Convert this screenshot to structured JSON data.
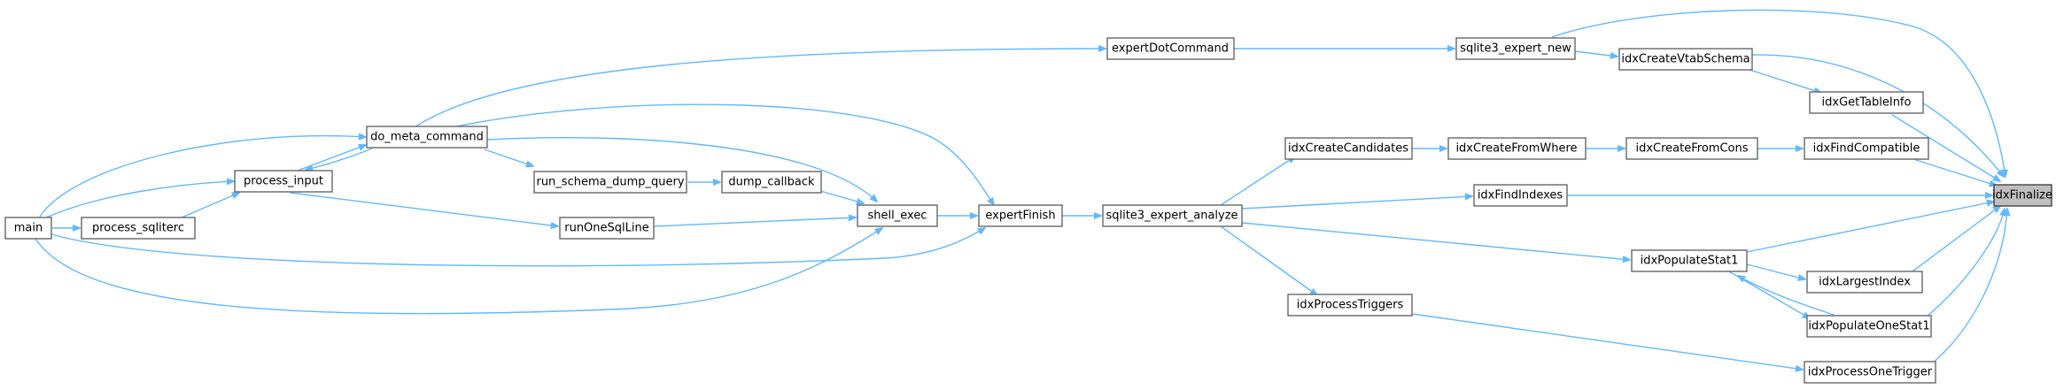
{
  "nodes": {
    "main": "main",
    "process_sqliterc": "process_sqliterc",
    "process_input": "process_input",
    "do_meta_command": "do_meta_command",
    "run_schema_dump_query": "run_schema_dump_query",
    "dump_callback": "dump_callback",
    "runOneSqlLine": "runOneSqlLine",
    "shell_exec": "shell_exec",
    "expertFinish": "expertFinish",
    "expertDotCommand": "expertDotCommand",
    "sqlite3_expert_analyze": "sqlite3_expert_analyze",
    "sqlite3_expert_new": "sqlite3_expert_new",
    "idxCreateCandidates": "idxCreateCandidates",
    "idxCreateFromWhere": "idxCreateFromWhere",
    "idxCreateFromCons": "idxCreateFromCons",
    "idxCreateVtabSchema": "idxCreateVtabSchema",
    "idxGetTableInfo": "idxGetTableInfo",
    "idxFindCompatible": "idxFindCompatible",
    "idxFindIndexes": "idxFindIndexes",
    "idxPopulateStat1": "idxPopulateStat1",
    "idxLargestIndex": "idxLargestIndex",
    "idxPopulateOneStat1": "idxPopulateOneStat1",
    "idxProcessTriggers": "idxProcessTriggers",
    "idxProcessOneTrigger": "idxProcessOneTrigger",
    "idxFinalize": "idxFinalize"
  },
  "colors": {
    "edge": "#63b8ff",
    "node_border": "#666666",
    "focus_fill": "#bfbfbf"
  }
}
